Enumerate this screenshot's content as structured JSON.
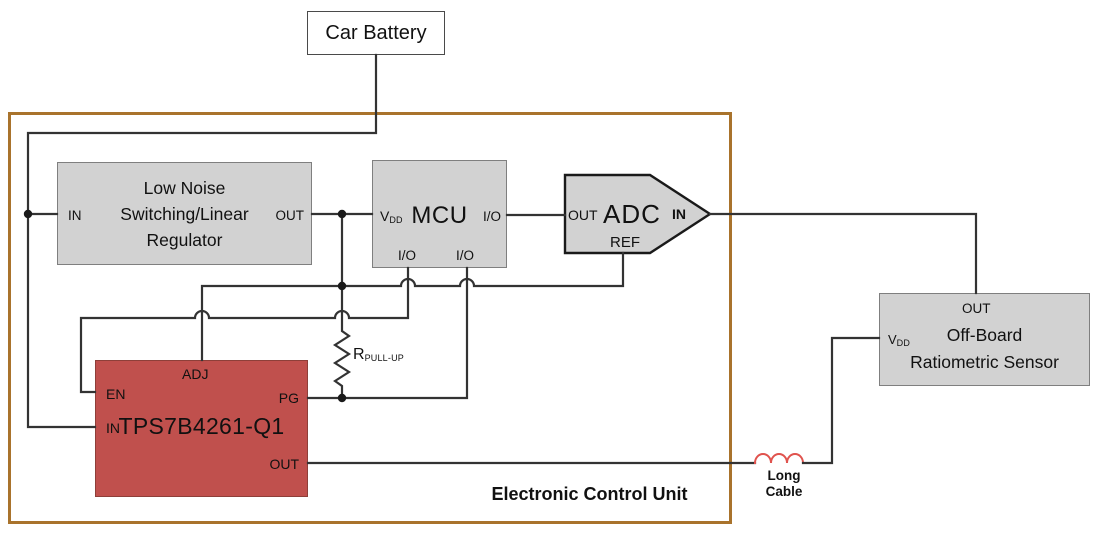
{
  "colors": {
    "gray_box_fill": "#d2d2d2",
    "gray_box_border": "#7f7f7f",
    "tps_fill": "#c0504d",
    "tps_border": "#8e3f39",
    "ecu_border": "#a9732c",
    "wire": "#333333",
    "coil_red": "#e0534e"
  },
  "car_battery": {
    "label": "Car Battery"
  },
  "ecu": {
    "label": "Electronic Control Unit"
  },
  "regulator": {
    "lines": [
      "Low Noise",
      "Switching/Linear",
      "Regulator"
    ],
    "pin_in": "IN",
    "pin_out": "OUT"
  },
  "mcu": {
    "label": "MCU",
    "pin_vdd": "V",
    "pin_vdd_sub": "DD",
    "pin_io_right": "I/O",
    "pin_io_bottom_left": "I/O",
    "pin_io_bottom_right": "I/O"
  },
  "adc": {
    "label": "ADC",
    "pin_out": "OUT",
    "pin_in": "IN",
    "pin_ref": "REF"
  },
  "tps": {
    "label": "TPS7B4261-Q1",
    "pin_adj": "ADJ",
    "pin_en": "EN",
    "pin_in": "IN",
    "pin_pg": "PG",
    "pin_out": "OUT"
  },
  "resistor": {
    "label": "R",
    "label_sub": "PULL-UP"
  },
  "sensor": {
    "lines": [
      "Off-Board",
      "Ratiometric Sensor"
    ],
    "pin_out": "OUT",
    "pin_vdd": "V",
    "pin_vdd_sub": "DD"
  },
  "long_cable": {
    "lines": [
      "Long",
      "Cable"
    ]
  }
}
